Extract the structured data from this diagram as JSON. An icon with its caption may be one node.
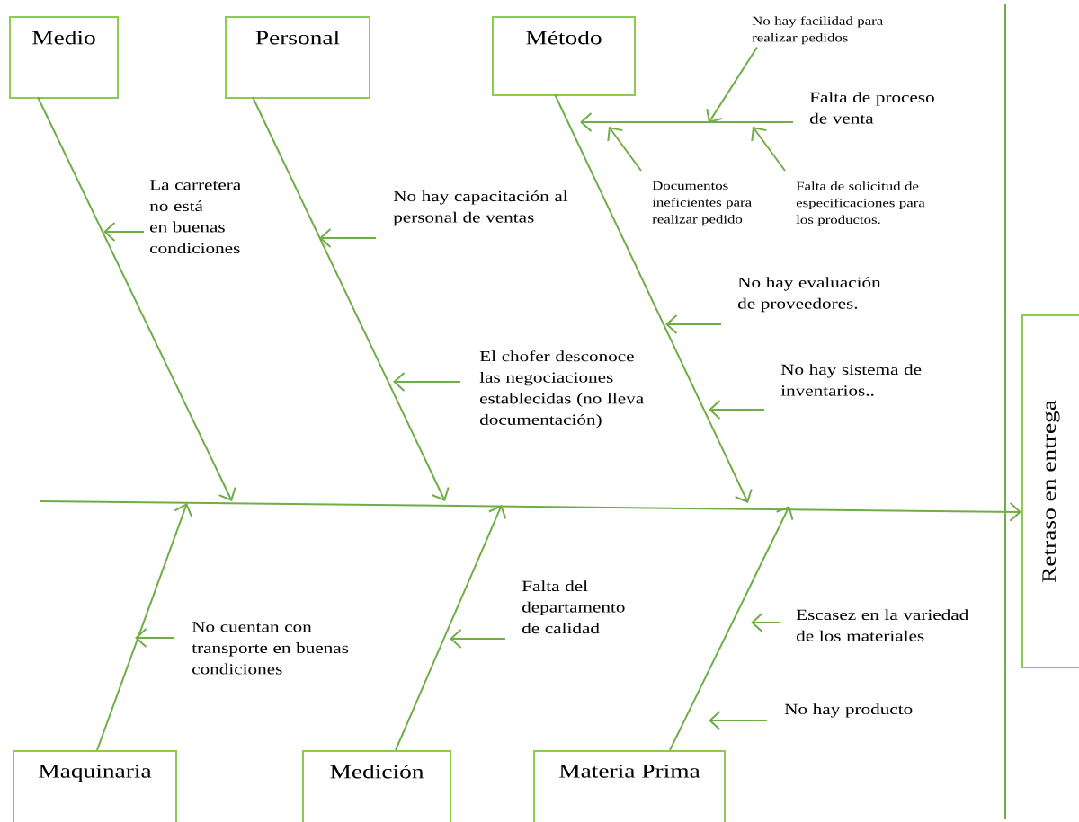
{
  "diagram": {
    "nodes": [
      {
        "text": [
          "Medio"
        ]
      },
      {
        "text": [
          "Personal"
        ]
      },
      {
        "text": [
          "Método"
        ]
      },
      {
        "text": [
          "Maquinaria"
        ]
      },
      {
        "text": [
          "Medición"
        ]
      },
      {
        "text": [
          "Materia Prima"
        ]
      },
      {
        "text": [
          "Retraso en entrega"
        ]
      },
      {
        "text": [
          "La carretera no está en buenas condiciones"
        ]
      },
      {
        "text": [
          "No hay capacitación al personal de ventas"
        ]
      },
      {
        "text": [
          "El chofer desconoce las negociaciones establecidas (no lleva documentación)"
        ]
      },
      {
        "text": [
          "Falta de proceso de venta"
        ]
      },
      {
        "text": [
          "No hay facilidad para realizar pedidos"
        ]
      },
      {
        "text": [
          "Documentos ineficientes para realizar pedido"
        ]
      },
      {
        "text": [
          "Falta de solicitud de especificaciones para los productos."
        ]
      },
      {
        "text": [
          "No hay evaluación de proveedores."
        ]
      },
      {
        "text": [
          "No hay sistema de inventarios.."
        ]
      },
      {
        "text": [
          "No cuentan con transporte en buenas condiciones"
        ]
      },
      {
        "text": [
          "Falta del departamento de calidad"
        ]
      },
      {
        "text": [
          "Escasez en la variedad de los materiales"
        ]
      },
      {
        "text": [
          "No hay producto"
        ]
      }
    ],
    "edges": [
      {
        "from": null,
        "to": 6,
        "arrow": "to"
      },
      {
        "from": 0,
        "to": null,
        "arrow": "to"
      },
      {
        "from": 1,
        "to": null,
        "arrow": "to"
      },
      {
        "from": 2,
        "to": null,
        "arrow": "to"
      },
      {
        "from": 3,
        "to": null,
        "arrow": "to"
      },
      {
        "from": 4,
        "to": null,
        "arrow": "to"
      },
      {
        "from": 5,
        "to": null,
        "arrow": "to"
      },
      {
        "from": 7,
        "to": null,
        "arrow": "to"
      },
      {
        "from": 8,
        "to": null,
        "arrow": "to"
      },
      {
        "from": 9,
        "to": null,
        "arrow": "to"
      },
      {
        "from": 10,
        "to": null,
        "arrow": "to"
      },
      {
        "from": 11,
        "to": null,
        "arrow": "to"
      },
      {
        "from": 12,
        "to": null,
        "arrow": "to"
      },
      {
        "from": 13,
        "to": null,
        "arrow": "to"
      },
      {
        "from": 14,
        "to": null,
        "arrow": "to"
      },
      {
        "from": 15,
        "to": null,
        "arrow": "to"
      },
      {
        "from": 16,
        "to": null,
        "arrow": "to"
      },
      {
        "from": 17,
        "to": null,
        "arrow": "to"
      },
      {
        "from": 18,
        "to": null,
        "arrow": "to"
      },
      {
        "from": 19,
        "to": null,
        "arrow": "to"
      }
    ]
  }
}
